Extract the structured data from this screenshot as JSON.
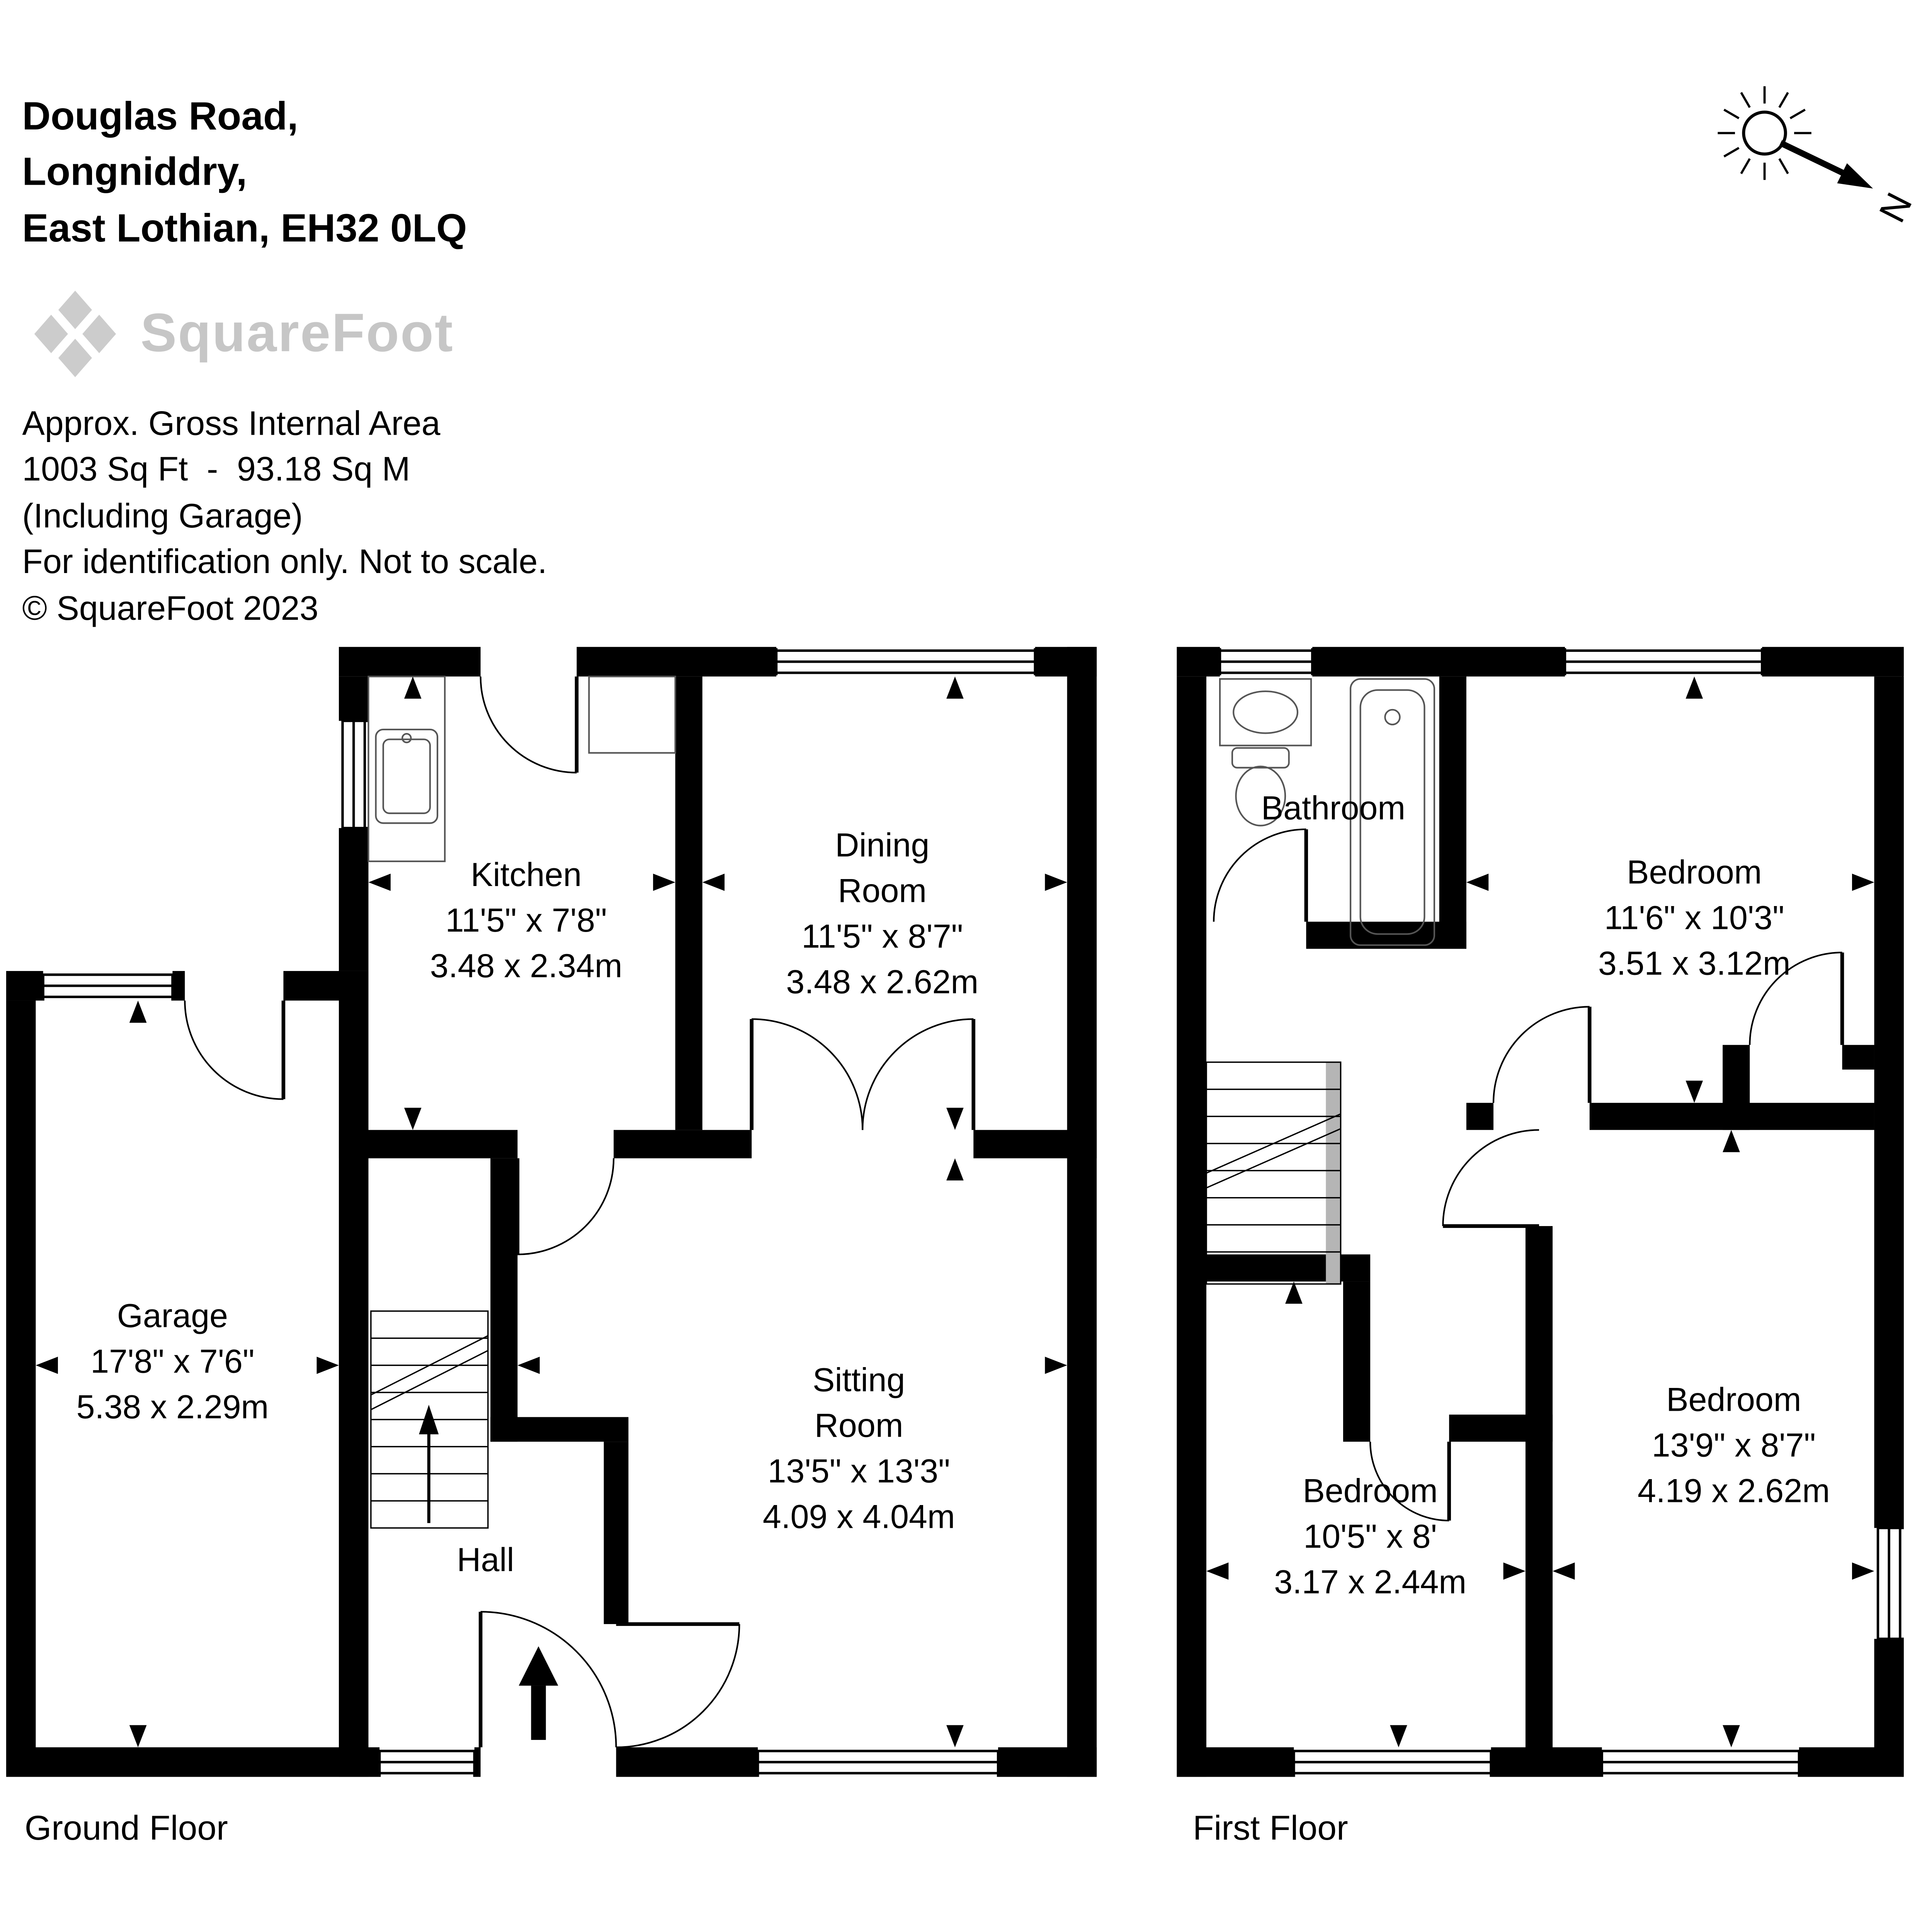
{
  "header": {
    "address_lines": [
      "Douglas Road,",
      "Longniddry,",
      "East Lothian, EH32 0LQ"
    ],
    "logo_text": "SquareFoot",
    "notes": [
      "Approx. Gross Internal Area",
      "1003 Sq Ft  -  93.18 Sq M",
      "(Including Garage)",
      "For identification only. Not to scale.",
      "© SquareFoot 2023"
    ]
  },
  "compass": {
    "north_label": "N"
  },
  "colors": {
    "wall": "#000000",
    "logo_gray": "#c6c6c6"
  },
  "floors": [
    {
      "name": "Ground Floor",
      "rooms": [
        {
          "name": "Garage",
          "imperial": "17'8\" x 7'6\"",
          "metric": "5.38 x 2.29m"
        },
        {
          "name": "Kitchen",
          "imperial": "11'5\" x 7'8\"",
          "metric": "3.48 x 2.34m"
        },
        {
          "name": "Dining Room",
          "imperial": "11'5\" x 8'7\"",
          "metric": "3.48 x 2.62m"
        },
        {
          "name": "Sitting Room",
          "imperial": "13'5\" x 13'3\"",
          "metric": "4.09 x 4.04m"
        },
        {
          "name": "Hall",
          "imperial": "",
          "metric": ""
        }
      ]
    },
    {
      "name": "First Floor",
      "rooms": [
        {
          "name": "Bathroom",
          "imperial": "",
          "metric": ""
        },
        {
          "name": "Bedroom",
          "imperial": "11'6\" x 10'3\"",
          "metric": "3.51 x 3.12m"
        },
        {
          "name": "Bedroom",
          "imperial": "13'9\" x 8'7\"",
          "metric": "4.19 x 2.62m"
        },
        {
          "name": "Bedroom",
          "imperial": "10'5\" x 8'",
          "metric": "3.17 x 2.44m"
        }
      ]
    }
  ]
}
